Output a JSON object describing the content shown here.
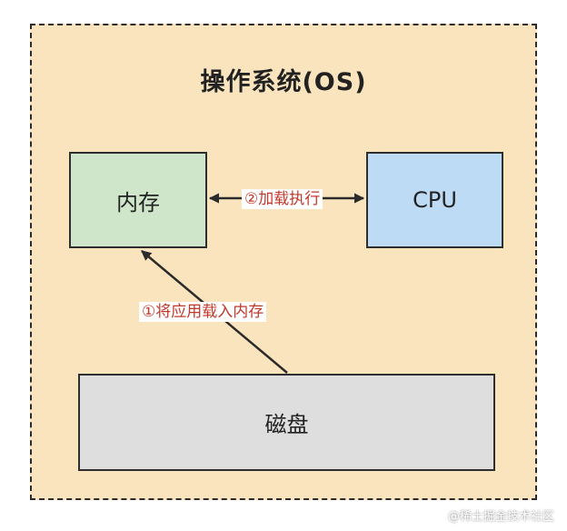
{
  "diagram": {
    "title": "操作系统(OS)",
    "nodes": {
      "memory": "内存",
      "cpu": "CPU",
      "disk": "磁盘"
    },
    "edges": {
      "load_execute": "②加载执行",
      "load_app_into_memory": "①将应用载入内存"
    }
  },
  "colors": {
    "os_background": "#fae4bd",
    "memory_fill": "#cfe6cb",
    "cpu_fill": "#bedbf6",
    "disk_fill": "#dedede",
    "edge_label_text": "#c0392b"
  },
  "watermark": "@稀土掘金技术社区"
}
